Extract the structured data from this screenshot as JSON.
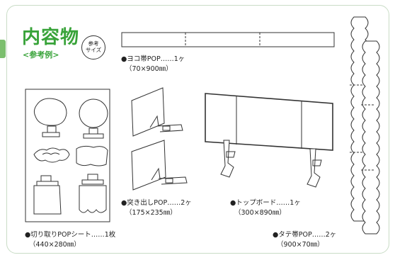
{
  "title": "内容物",
  "subtitle": "<参考例>",
  "ref_badge": {
    "line1": "参考",
    "line2": "サイズ"
  },
  "items": {
    "yoko_pop": {
      "label": "●ヨコ帯POP……1ヶ",
      "dim": "（70×900㎜）"
    },
    "tsukidashi_pop": {
      "label": "●突き出しPOP……2ヶ",
      "dim": "（175×235㎜）"
    },
    "top_board": {
      "label": "●トップボード……1ヶ",
      "dim": "（300×890㎜）"
    },
    "kiritori_sheet": {
      "label": "●切り取りPOPシート……1枚",
      "dim": "（440×280㎜）"
    },
    "tate_pop": {
      "label": "●タテ帯POP……2ヶ",
      "dim": "（900×70㎜）"
    }
  },
  "colors": {
    "accent": "#38a339",
    "border": "#c9dcc6",
    "tab": "#7cbf6e",
    "line": "#333333"
  }
}
